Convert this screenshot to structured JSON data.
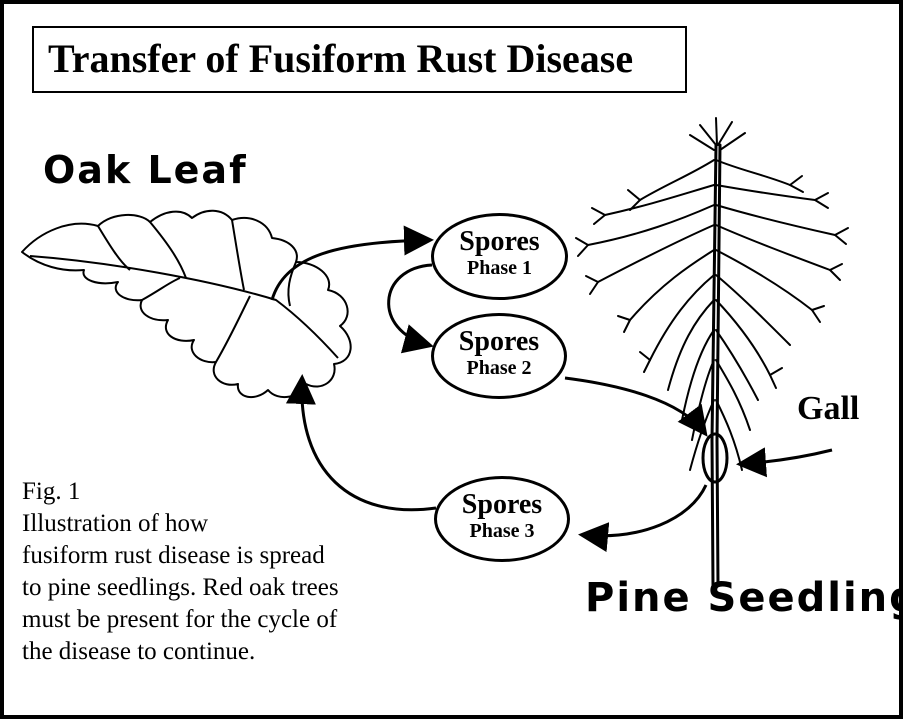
{
  "title": "Transfer of Fusiform Rust Disease",
  "labels": {
    "oak_leaf": "Oak Leaf",
    "pine_seedling": "Pine Seedling",
    "gall": "Gall"
  },
  "spores": [
    {
      "title": "Spores",
      "phase": "Phase 1"
    },
    {
      "title": "Spores",
      "phase": "Phase 2"
    },
    {
      "title": "Spores",
      "phase": "Phase 3"
    }
  ],
  "caption": [
    "Fig. 1",
    "Illustration of how",
    "fusiform rust disease is spread",
    "to pine seedlings.  Red oak trees",
    "must be present for the cycle of",
    "the disease to continue."
  ],
  "icons": [
    "oak-leaf-drawing",
    "pine-seedling-drawing",
    "cycle-arrows"
  ]
}
